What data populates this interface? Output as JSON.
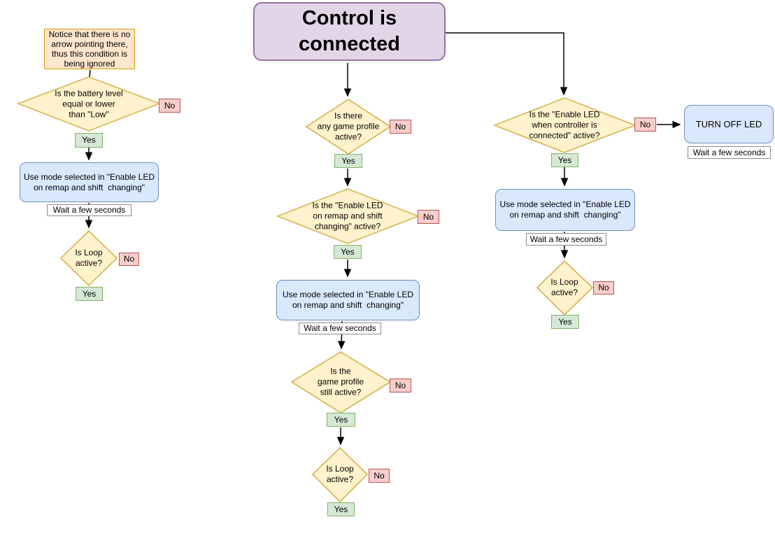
{
  "title": "Control is\nconnected",
  "labels": {
    "yes": "Yes",
    "no": "No",
    "wait": "Wait a few seconds"
  },
  "left": {
    "note": "Notice that there is no\narrow pointing there,\nthus this condition is\nbeing ignored",
    "battery_question": "Is the battery level\nequal or lower\nthan \"Low\"",
    "use_mode": "Use mode selected in \"Enable LED\non remap and shift  changing\"",
    "loop_question": "Is Loop\nactive?"
  },
  "middle": {
    "profile_question": "Is there\nany game profile\nactive?",
    "enable_led_question": "Is the \"Enable LED\non remap and shift\nchanging\" active?",
    "use_mode": "Use mode selected in \"Enable LED\non remap and shift  changing\"",
    "still_active_question": "Is the\ngame profile\nstill active?",
    "loop_question": "Is Loop\nactive?"
  },
  "right": {
    "connected_question": "Is the \"Enable LED\nwhen controller is\nconnected\" active?",
    "use_mode": "Use mode selected in \"Enable LED\non remap and shift  changing\"",
    "loop_question": "Is Loop\nactive?",
    "turn_off": "TURN OFF LED"
  },
  "colors": {
    "title_fill": "#E1D5E7",
    "title_stroke": "#9673A6",
    "note_fill": "#FFE6CC",
    "note_stroke": "#D79B00",
    "decision_fill": "#FFF2CC",
    "decision_stroke": "#D6B656",
    "yes_fill": "#D5E8D4",
    "yes_stroke": "#82B366",
    "no_fill": "#F8CECC",
    "no_stroke": "#B85450",
    "process_fill": "#DAE8FC",
    "process_stroke": "#6C8EBF",
    "wait_fill": "#FFFFFF",
    "wait_stroke": "#8C8C8C",
    "arrow": "#000000"
  }
}
